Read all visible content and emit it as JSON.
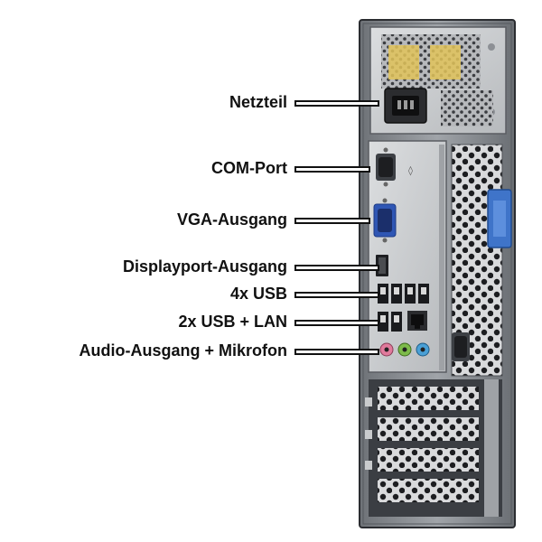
{
  "labels": [
    "Netzteil",
    "COM-Port",
    "VGA-Ausgang",
    "Displayport-Ausgang",
    "4x USB",
    "2x USB + LAN",
    "Audio-Ausgang + Mikrofon"
  ],
  "colors": {
    "chassis": "#8b8f95",
    "chassis_dark": "#3a3d42",
    "panel": "#c9cbcd",
    "vga_blue": "#2f56b4",
    "latch_blue": "#3f74c9",
    "fan_yellow": "#e2c35b",
    "audio_pink": "#e07a9c",
    "audio_green": "#7dbb4a",
    "audio_blue": "#4aa0d6"
  },
  "icons": [
    "power-socket-icon",
    "serial-port-icon",
    "vga-port-icon",
    "displayport-icon",
    "usb-port-icon",
    "ethernet-port-icon",
    "audio-jack-icon"
  ]
}
